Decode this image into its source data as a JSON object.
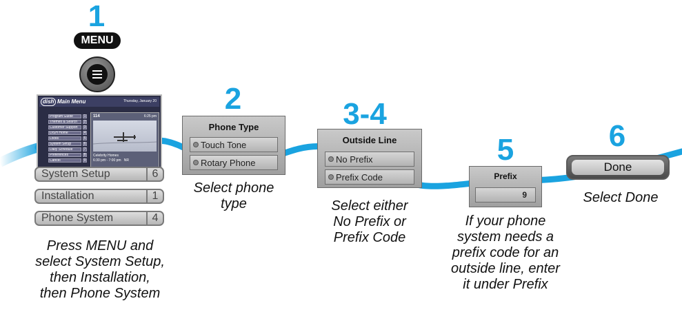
{
  "steps": [
    {
      "number": "1",
      "caption_lines": [
        "Press MENU and",
        "select System Setup,",
        "then Installation,",
        "then Phone System"
      ]
    },
    {
      "number": "2",
      "caption_lines": [
        "Select phone",
        "type"
      ]
    },
    {
      "number": "3-4",
      "caption_lines": [
        "Select either",
        "No Prefix or",
        "Prefix Code"
      ]
    },
    {
      "number": "5",
      "caption_lines": [
        "If your phone",
        "system needs a",
        "prefix code for an",
        "outside line, enter",
        "it under Prefix"
      ]
    },
    {
      "number": "6",
      "caption_lines": [
        "Select Done"
      ]
    }
  ],
  "remote": {
    "menu_label": "MENU",
    "menu_button_icon": "menu-lines-icon"
  },
  "tv_screen": {
    "logo": "dish",
    "title": "Main Menu",
    "date": "Thursday, January 20",
    "channel": "114",
    "time": "6:25 pm",
    "program_title": "Celebrity Homes",
    "program_time": "6:30 pm - 7:00 pm   NR",
    "menu_items": [
      {
        "label": "Program Guide",
        "num": "1"
      },
      {
        "label": "Themes & Search",
        "num": "2"
      },
      {
        "label": "Customer Support",
        "num": "3"
      },
      {
        "label": "DISH Home",
        "num": "4"
      },
      {
        "label": "Locks",
        "num": "5"
      },
      {
        "label": "System Setup",
        "num": "6"
      },
      {
        "label": "Daily Schedule",
        "num": "7"
      },
      {
        "label": "Preferences",
        "num": "8"
      },
      {
        "label": "Cancel",
        "num": "9"
      }
    ]
  },
  "menu_path": [
    {
      "label": "System Setup",
      "num": "6"
    },
    {
      "label": "Installation",
      "num": "1"
    },
    {
      "label": "Phone System",
      "num": "4"
    }
  ],
  "phone_type_panel": {
    "title": "Phone Type",
    "options": [
      "Touch Tone",
      "Rotary Phone"
    ]
  },
  "outside_line_panel": {
    "title": "Outside Line",
    "options": [
      "No Prefix",
      "Prefix Code"
    ]
  },
  "prefix_panel": {
    "title": "Prefix",
    "value": "9"
  },
  "done_button": {
    "label": "Done"
  },
  "colors": {
    "accent": "#1aa3e0",
    "path_line": "#1aa3e0",
    "panel_grey": "#b5b5b5"
  }
}
